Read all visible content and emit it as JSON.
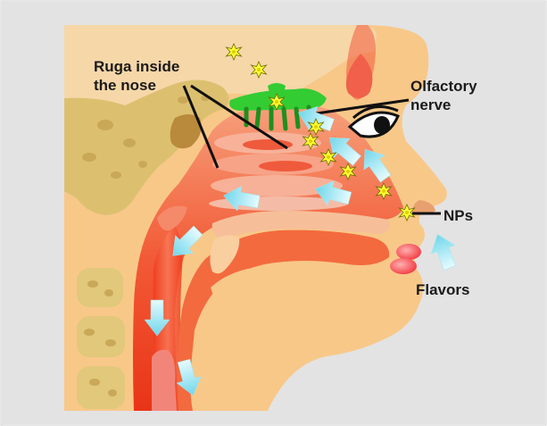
{
  "labels": {
    "ruga_line1": "Ruga inside",
    "ruga_line2": "the nose",
    "olfactory_line1": "Olfactory",
    "olfactory_line2": "nerve",
    "nps": "NPs",
    "flavors": "Flavors"
  },
  "colors": {
    "background": "#e3e3e3",
    "skin": "#f8c889",
    "bone": "#dcc070",
    "tissue": "#f2462a",
    "olfactory_bulb": "#33cc33",
    "arrow": "#bff2fa",
    "nanoparticle": "#ffff33"
  }
}
